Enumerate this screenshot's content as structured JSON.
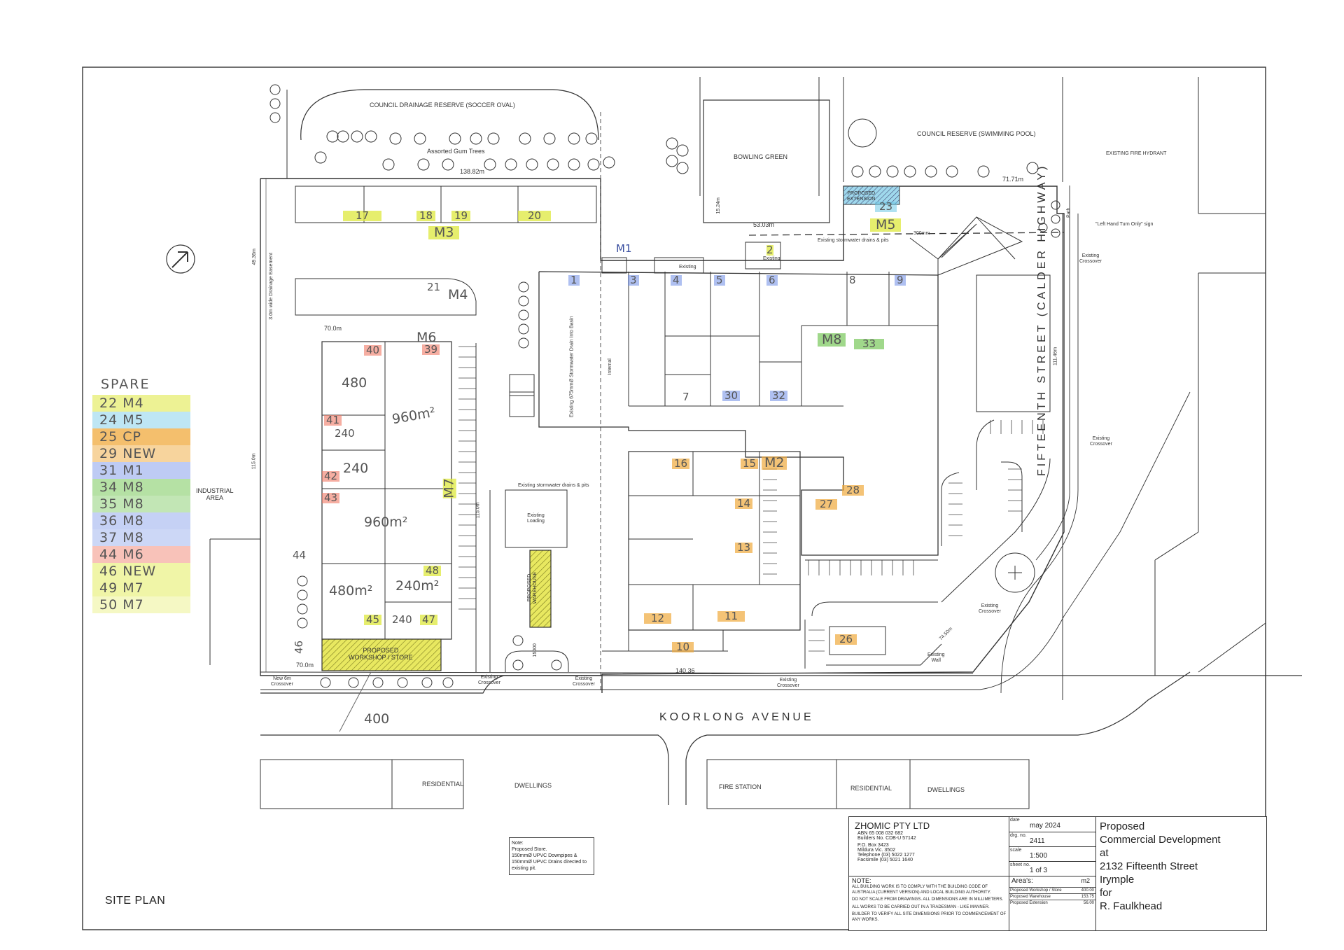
{
  "colors": {
    "line": "#333333",
    "yellow": "#dde83c",
    "green": "#78c85a",
    "blue": "#6e8ce6",
    "orange": "#f0aa3c",
    "red": "#f07864",
    "cyan": "#6ec8e6",
    "hatch_yellow": "#e0e040"
  },
  "icons": {
    "north_arrow": "north-arrow-icon",
    "tree": "tree-icon"
  },
  "roads": {
    "koorlong": "KOORLONG  AVENUE",
    "fifteenth": "FIFTEENTH  STREET  (CALDER  HIGHWAY)"
  },
  "areas": {
    "drainage_reserve": "COUNCIL DRAINAGE RESERVE (SOCCER OVAL)",
    "pool_reserve": "COUNCIL RESERVE (SWIMMING POOL)",
    "bowling_green": "BOWLING  GREEN",
    "gum_trees": "Assorted Gum Trees",
    "industrial": "INDUSTRIAL\nAREA",
    "residential_1": "RESIDENTIAL",
    "dwellings_1": "DWELLINGS",
    "fire_station": "FIRE  STATION",
    "residential_2": "RESIDENTIAL",
    "dwellings_2": "DWELLINGS",
    "fire_hydrant": "EXISTING FIRE HYDRANT",
    "left_turn": "\"Left Hand Turn Only\" sign",
    "path": "Path"
  },
  "dimensions": {
    "d1": "138.82m",
    "d2": "71.71m",
    "d3": "53.03m",
    "d4": "15.24m",
    "d5": "300mm",
    "d6": "49.36m",
    "d7": "3.0m wide Drainage Easement",
    "d8": "70.0m",
    "d9": "115.0m",
    "d10": "115.0m",
    "d11": "70.0m",
    "d12": "140.36",
    "d13": "74.50m",
    "d14": "111.46m",
    "d15": "15000"
  },
  "existing": {
    "crossover_1": "Existing\nCrossover",
    "crossover_2": "Existing\nCrossover",
    "crossover_3": "Existing\nCrossover",
    "crossover_4": "Existing\nCrossover",
    "crossover_5": "Existing\nCrossover",
    "crossover_6": "Existing\nCrossover",
    "new_crossover": "New 6m\nCrossover",
    "stormwater_1": "Existing stormwater drains & pits",
    "stormwater_2": "Existing stormwater drains & pits",
    "loading": "Existing\nLoading",
    "wall": "Existing\nWall",
    "existing_2": "Existing",
    "existing_small": "Existing",
    "stormwater_basin": "Existing 675mmØ Stormwater Drain Into Basin",
    "internal": "Internal",
    "proposed_extension": "PROPOSED\nEXTENSION",
    "proposed_workshop": "PROPOSED\nWORKSHOP / STORE",
    "proposed_warehouse": "PROPOSED\nWAREHOUSE"
  },
  "units": {
    "u1": "1",
    "u2": "2",
    "u3": "3",
    "u4": "4",
    "u5": "5",
    "u6": "6",
    "u7": "7",
    "u8": "8",
    "u9": "9",
    "u10": "10",
    "u11": "11",
    "u12": "12",
    "u13": "13",
    "u14": "14",
    "u15": "15",
    "u16": "16",
    "u17": "17",
    "u18": "18",
    "u19": "19",
    "u20": "20",
    "u21": "21",
    "u23": "23",
    "u26": "26",
    "u27": "27",
    "u28": "28",
    "u30": "30",
    "u32": "32",
    "u33": "33",
    "u39": "39",
    "u40": "40",
    "u41": "41",
    "u42": "42",
    "u43": "43",
    "u44": "44",
    "u45": "45",
    "u46": "46",
    "u47": "47",
    "u48": "48",
    "m1": "M1",
    "m2": "M2",
    "m3": "M3",
    "m4": "M4",
    "m5": "M5",
    "m6": "M6",
    "m7": "M7",
    "m8": "M8",
    "a1": "480",
    "a2": "960m²",
    "a3": "240",
    "a4": "240",
    "a5": "960m²",
    "a6": "480m²",
    "a7": "240m²",
    "a8": "240",
    "a9": "400"
  },
  "legend": {
    "title": "SPARE",
    "rows": [
      "22  M4",
      "24  M5",
      "25  CP",
      "29  NEW",
      "31  M1",
      "34  M8",
      "35  M8",
      "36  M8",
      "37  M8",
      "44  M6",
      "46  NEW",
      "49  M7",
      "50  M7"
    ],
    "row_colors": [
      "#dde83c",
      "#6ec8e6",
      "#f0aa3c",
      "#f0aa3c",
      "#6e8ce6",
      "#78c85a",
      "#78c85a",
      "#6e8ce6",
      "#6e8ce6",
      "#f07864",
      "#dde83c",
      "#dde83c",
      "#dde83c"
    ]
  },
  "note": {
    "text": "Note:\nProposed Store.\n150mmØ UPVC Downpipes &\n150mmØ UPVC Drains directed to\nexisting pit."
  },
  "title_block": {
    "company": "ZHOMIC  PTY  LTD",
    "abn": "ABN 65 008 032 682",
    "builders_no": "Builders No. CDB-U 57142",
    "po_box": "P.O. Box 3423",
    "city": "Mildura Vic. 3502",
    "telephone": "Telephone (03) 5022 1277",
    "facsimile": "Facsimile (03) 5021 1640",
    "date_label": "date",
    "date_value": "may 2024",
    "drg_label": "drg. no.",
    "drg_value": "2411",
    "scale_label": "scale",
    "scale_value": "1:500",
    "sheet_label": "sheet no.",
    "sheet_value": "1  of  3",
    "notes_title": "NOTE:",
    "notes": [
      "ALL BUILDING WORK IS TO COMPLY WITH THE BUILDING CODE OF AUSTRALIA (CURRENT VERSION) AND LOCAL BUILDING AUTHORITY.",
      "DO NOT SCALE FROM DRAWINGS. ALL DIMENSIONS ARE IN MILLIMETERS.",
      "ALL WORKS TO BE CARRIED OUT IN A TRADESMAN - LIKE MANNER.",
      "BUILDER TO VERIFY ALL SITE DIMENSIONS PRIOR TO COMMENCEMENT OF ANY WORKS."
    ],
    "areas_title": "Area's:",
    "areas_unit": "m2",
    "area_rows": [
      {
        "name": "Proposed Workshop / Store",
        "value": "400.00"
      },
      {
        "name": "Proposed Warehouse",
        "value": "153.75"
      },
      {
        "name": "Proposed Extension",
        "value": "56.00"
      }
    ],
    "project": [
      "Proposed",
      "Commercial Development",
      "at",
      "2132 Fifteenth Street",
      "Irymple",
      "for",
      "R. Faulkhead"
    ]
  },
  "sheet_title": "SITE PLAN"
}
